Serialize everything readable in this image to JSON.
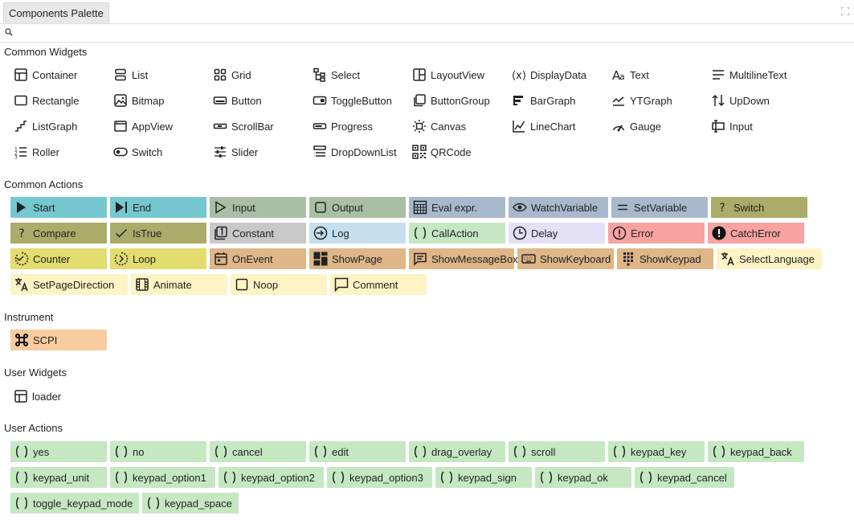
{
  "header": {
    "tab_label": "Components Palette"
  },
  "search": {
    "placeholder": "",
    "value": ""
  },
  "sections": {
    "common_widgets": "Common Widgets",
    "common_actions": "Common Actions",
    "instrument": "Instrument",
    "user_widgets": "User Widgets",
    "user_actions": "User Actions"
  },
  "colors": {
    "teal": "#75c8d0",
    "sage": "#a8bfa3",
    "slate": "#a9b9cc",
    "olive": "#abab6a",
    "gray": "#c8c8c8",
    "lightblue": "#c5dff0",
    "green": "#c5e8c3",
    "lavender": "#e4e0f6",
    "pink": "#f8a2a2",
    "yellow": "#e3dc6e",
    "tan": "#deb687",
    "cream": "#fdf3c4",
    "peach": "#f8cc9e"
  },
  "widgets": [
    {
      "label": "Container",
      "icon": "container-icon"
    },
    {
      "label": "List",
      "icon": "list-icon"
    },
    {
      "label": "Grid",
      "icon": "grid-icon"
    },
    {
      "label": "Select",
      "icon": "select-icon"
    },
    {
      "label": "LayoutView",
      "icon": "layout-view-icon"
    },
    {
      "label": "DisplayData",
      "icon": "display-data-icon"
    },
    {
      "label": "Text",
      "icon": "text-icon"
    },
    {
      "label": "MultilineText",
      "icon": "multiline-text-icon"
    },
    {
      "label": "Rectangle",
      "icon": "rectangle-icon"
    },
    {
      "label": "Bitmap",
      "icon": "bitmap-icon"
    },
    {
      "label": "Button",
      "icon": "button-icon"
    },
    {
      "label": "ToggleButton",
      "icon": "toggle-button-icon"
    },
    {
      "label": "ButtonGroup",
      "icon": "button-group-icon"
    },
    {
      "label": "BarGraph",
      "icon": "bar-graph-icon"
    },
    {
      "label": "YTGraph",
      "icon": "yt-graph-icon"
    },
    {
      "label": "UpDown",
      "icon": "up-down-icon"
    },
    {
      "label": "ListGraph",
      "icon": "list-graph-icon"
    },
    {
      "label": "AppView",
      "icon": "app-view-icon"
    },
    {
      "label": "ScrollBar",
      "icon": "scroll-bar-icon"
    },
    {
      "label": "Progress",
      "icon": "progress-icon"
    },
    {
      "label": "Canvas",
      "icon": "canvas-icon"
    },
    {
      "label": "LineChart",
      "icon": "line-chart-icon"
    },
    {
      "label": "Gauge",
      "icon": "gauge-icon"
    },
    {
      "label": "Input",
      "icon": "input-icon"
    },
    {
      "label": "Roller",
      "icon": "roller-icon"
    },
    {
      "label": "Switch",
      "icon": "switch-icon"
    },
    {
      "label": "Slider",
      "icon": "slider-icon"
    },
    {
      "label": "DropDownList",
      "icon": "drop-down-list-icon"
    },
    {
      "label": "QRCode",
      "icon": "qr-code-icon"
    }
  ],
  "actions": [
    {
      "label": "Start",
      "icon": "start-icon",
      "color": "#75c8d0"
    },
    {
      "label": "End",
      "icon": "end-icon",
      "color": "#75c8d0"
    },
    {
      "label": "Input",
      "icon": "input-action-icon",
      "color": "#a8bfa3"
    },
    {
      "label": "Output",
      "icon": "output-icon",
      "color": "#a8bfa3"
    },
    {
      "label": "Eval expr.",
      "icon": "calculator-icon",
      "color": "#a9b9cc"
    },
    {
      "label": "WatchVariable",
      "icon": "eye-icon",
      "color": "#a9b9cc"
    },
    {
      "label": "SetVariable",
      "icon": "equals-icon",
      "color": "#a9b9cc"
    },
    {
      "label": "Switch",
      "icon": "question-icon",
      "color": "#abab6a"
    },
    {
      "label": "Compare",
      "icon": "question-icon",
      "color": "#abab6a"
    },
    {
      "label": "IsTrue",
      "icon": "check-icon",
      "color": "#abab6a"
    },
    {
      "label": "Constant",
      "icon": "constant-icon",
      "color": "#c8c8c8"
    },
    {
      "label": "Log",
      "icon": "log-icon",
      "color": "#c5dff0"
    },
    {
      "label": "CallAction",
      "icon": "parens-icon",
      "color": "#c5e8c3"
    },
    {
      "label": "Delay",
      "icon": "clock-icon",
      "color": "#e4e0f6"
    },
    {
      "label": "Error",
      "icon": "error-icon",
      "color": "#f8a2a2"
    },
    {
      "label": "CatchError",
      "icon": "catch-error-icon",
      "color": "#f8a2a2"
    },
    {
      "label": "Counter",
      "icon": "counter-icon",
      "color": "#e3dc6e"
    },
    {
      "label": "Loop",
      "icon": "loop-icon",
      "color": "#e3dc6e"
    },
    {
      "label": "OnEvent",
      "icon": "calendar-icon",
      "color": "#deb687"
    },
    {
      "label": "ShowPage",
      "icon": "show-page-icon",
      "color": "#deb687"
    },
    {
      "label": "ShowMessageBox",
      "icon": "message-box-icon",
      "color": "#deb687"
    },
    {
      "label": "ShowKeyboard",
      "icon": "keyboard-icon",
      "color": "#deb687"
    },
    {
      "label": "ShowKeypad",
      "icon": "keypad-icon",
      "color": "#deb687"
    },
    {
      "label": "SelectLanguage",
      "icon": "translate-icon",
      "color": "#fdf3c4"
    },
    {
      "label": "SetPageDirection",
      "icon": "translate-icon",
      "color": "#fdf3c4"
    },
    {
      "label": "Animate",
      "icon": "film-icon",
      "color": "#fdf3c4"
    },
    {
      "label": "Noop",
      "icon": "noop-icon",
      "color": "#fdf3c4"
    },
    {
      "label": "Comment",
      "icon": "comment-icon",
      "color": "#fdf3c4"
    }
  ],
  "instrument": [
    {
      "label": "SCPI",
      "icon": "command-icon",
      "color": "#f8cc9e"
    }
  ],
  "user_widgets": [
    {
      "label": "loader",
      "icon": "container-icon"
    }
  ],
  "user_actions": [
    "yes",
    "no",
    "cancel",
    "edit",
    "drag_overlay",
    "scroll",
    "keypad_key",
    "keypad_back",
    "keypad_unit",
    "keypad_option1",
    "keypad_option2",
    "keypad_option3",
    "keypad_sign",
    "keypad_ok",
    "keypad_cancel",
    "toggle_keypad_mode",
    "keypad_space"
  ],
  "user_action_color": "#c5e8c3"
}
